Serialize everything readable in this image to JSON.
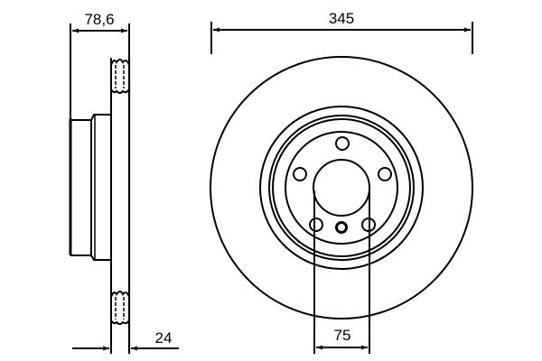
{
  "drawing": {
    "title": "Brake disc technical drawing",
    "side_view": {
      "overall_width_label": "78,6",
      "disc_thickness_label": "24"
    },
    "front_view": {
      "outer_diameter_label": "345",
      "center_bore_label": "75",
      "bolt_holes": 5
    },
    "colors": {
      "line": "#000000",
      "background": "#ffffff"
    }
  }
}
